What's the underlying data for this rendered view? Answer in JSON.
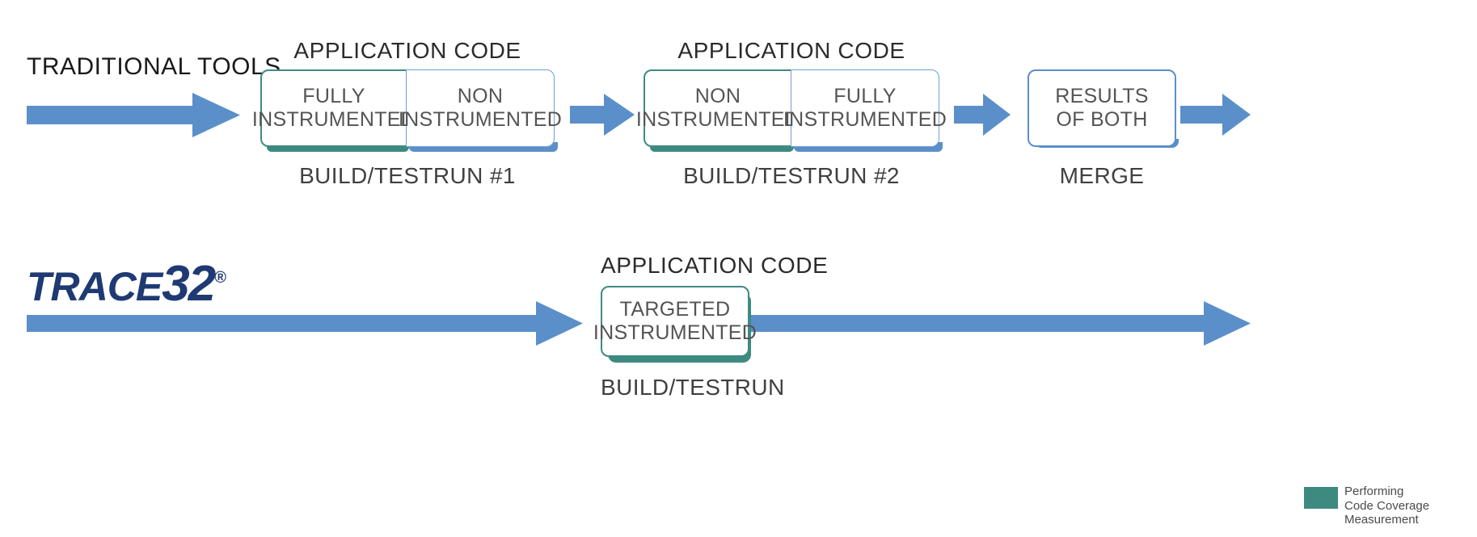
{
  "diagram": {
    "title_top_row": "TRADITIONAL TOOLS",
    "brand": {
      "word": "TRACE",
      "number": "32",
      "registered": "®"
    },
    "colors": {
      "teal": "#3d8a80",
      "blue": "#5b8fc9",
      "border_blue": "#6e9fd4",
      "border_teal": "#3f8a82",
      "brand_navy": "#1f3a73",
      "text_gray": "#545454",
      "background": "#ffffff"
    },
    "top_row": {
      "label": "TRADITIONAL TOOLS",
      "groups": [
        {
          "title": "APPLICATION CODE",
          "caption": "BUILD/TESTRUN #1",
          "boxes": [
            {
              "line1": "FULLY",
              "line2": "INSTRUMENTED",
              "accent": "teal"
            },
            {
              "line1": "NON",
              "line2": "INSTRUMENTED",
              "accent": "blue"
            }
          ]
        },
        {
          "title": "APPLICATION CODE",
          "caption": "BUILD/TESTRUN #2",
          "boxes": [
            {
              "line1": "NON",
              "line2": "INSTRUMENTED",
              "accent": "teal"
            },
            {
              "line1": "FULLY",
              "line2": "INSTRUMENTED",
              "accent": "blue"
            }
          ]
        },
        {
          "title": "",
          "caption": "MERGE",
          "boxes": [
            {
              "line1": "RESULTS",
              "line2": "OF BOTH",
              "accent": "blue"
            }
          ]
        }
      ]
    },
    "bottom_row": {
      "title": "APPLICATION CODE",
      "caption": "BUILD/TESTRUN",
      "box": {
        "line1": "TARGETED",
        "line2": "INSTRUMENTED",
        "accent": "teal"
      }
    },
    "legend": {
      "swatch_color": "#3d8a80",
      "line1": "Performing",
      "line2": "Code Coverage",
      "line3": "Measurement"
    }
  }
}
